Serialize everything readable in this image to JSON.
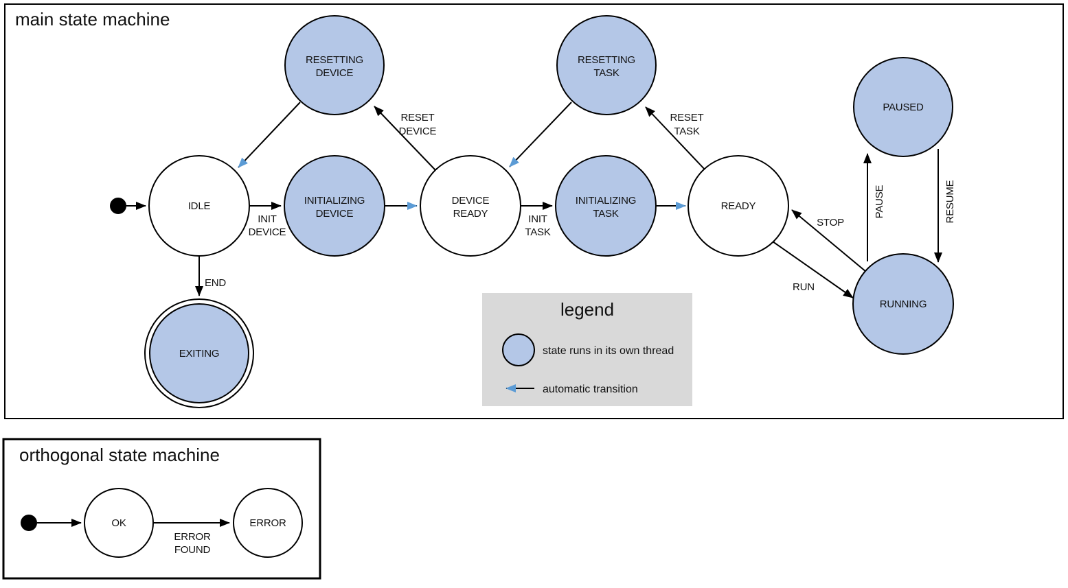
{
  "colors": {
    "threaded_state_fill": "#b4c7e7",
    "auto_transition": "#5b9bd5",
    "legend_bg": "#d9d9d9"
  },
  "main": {
    "title": "main state machine",
    "states": {
      "resetting_device": {
        "line1": "RESETTING",
        "line2": "DEVICE",
        "threaded": true
      },
      "resetting_task": {
        "line1": "RESETTING",
        "line2": "TASK",
        "threaded": true
      },
      "paused": {
        "line1": "PAUSED",
        "threaded": true
      },
      "idle": {
        "line1": "IDLE",
        "threaded": false
      },
      "initializing_device": {
        "line1": "INITIALIZING",
        "line2": "DEVICE",
        "threaded": true
      },
      "device_ready": {
        "line1": "DEVICE",
        "line2": "READY",
        "threaded": false
      },
      "initializing_task": {
        "line1": "INITIALIZING",
        "line2": "TASK",
        "threaded": true
      },
      "ready": {
        "line1": "READY",
        "threaded": false
      },
      "running": {
        "line1": "RUNNING",
        "threaded": true
      },
      "exiting": {
        "line1": "EXITING",
        "threaded": true,
        "final": true
      }
    },
    "transitions": {
      "init_device": {
        "from": "idle",
        "to": "initializing_device",
        "line1": "INIT",
        "line2": "DEVICE"
      },
      "init_task": {
        "from": "device_ready",
        "to": "initializing_task",
        "line1": "INIT",
        "line2": "TASK"
      },
      "reset_device": {
        "from": "device_ready",
        "to": "resetting_device",
        "line1": "RESET",
        "line2": "DEVICE"
      },
      "reset_task": {
        "from": "ready",
        "to": "resetting_task",
        "line1": "RESET",
        "line2": "TASK"
      },
      "end": {
        "from": "idle",
        "to": "exiting",
        "line1": "END"
      },
      "run": {
        "from": "ready",
        "to": "running",
        "line1": "RUN"
      },
      "stop": {
        "from": "running",
        "to": "ready",
        "line1": "STOP"
      },
      "pause": {
        "from": "running",
        "to": "paused",
        "line1": "PAUSE"
      },
      "resume": {
        "from": "paused",
        "to": "running",
        "line1": "RESUME"
      },
      "auto_resetting_device_to_idle": {
        "from": "resetting_device",
        "to": "idle",
        "automatic": true
      },
      "auto_initializing_device_to_ready": {
        "from": "initializing_device",
        "to": "device_ready",
        "automatic": true
      },
      "auto_resetting_task_to_device_ready": {
        "from": "resetting_task",
        "to": "device_ready",
        "automatic": true
      },
      "auto_initializing_task_to_ready": {
        "from": "initializing_task",
        "to": "ready",
        "automatic": true
      }
    }
  },
  "legend": {
    "title": "legend",
    "threaded_label": "state runs in its own thread",
    "auto_label": "automatic transition"
  },
  "orthogonal": {
    "title": "orthogonal state machine",
    "states": {
      "ok": {
        "line1": "OK"
      },
      "error": {
        "line1": "ERROR"
      }
    },
    "transitions": {
      "error_found": {
        "from": "ok",
        "to": "error",
        "line1": "ERROR",
        "line2": "FOUND"
      }
    }
  }
}
